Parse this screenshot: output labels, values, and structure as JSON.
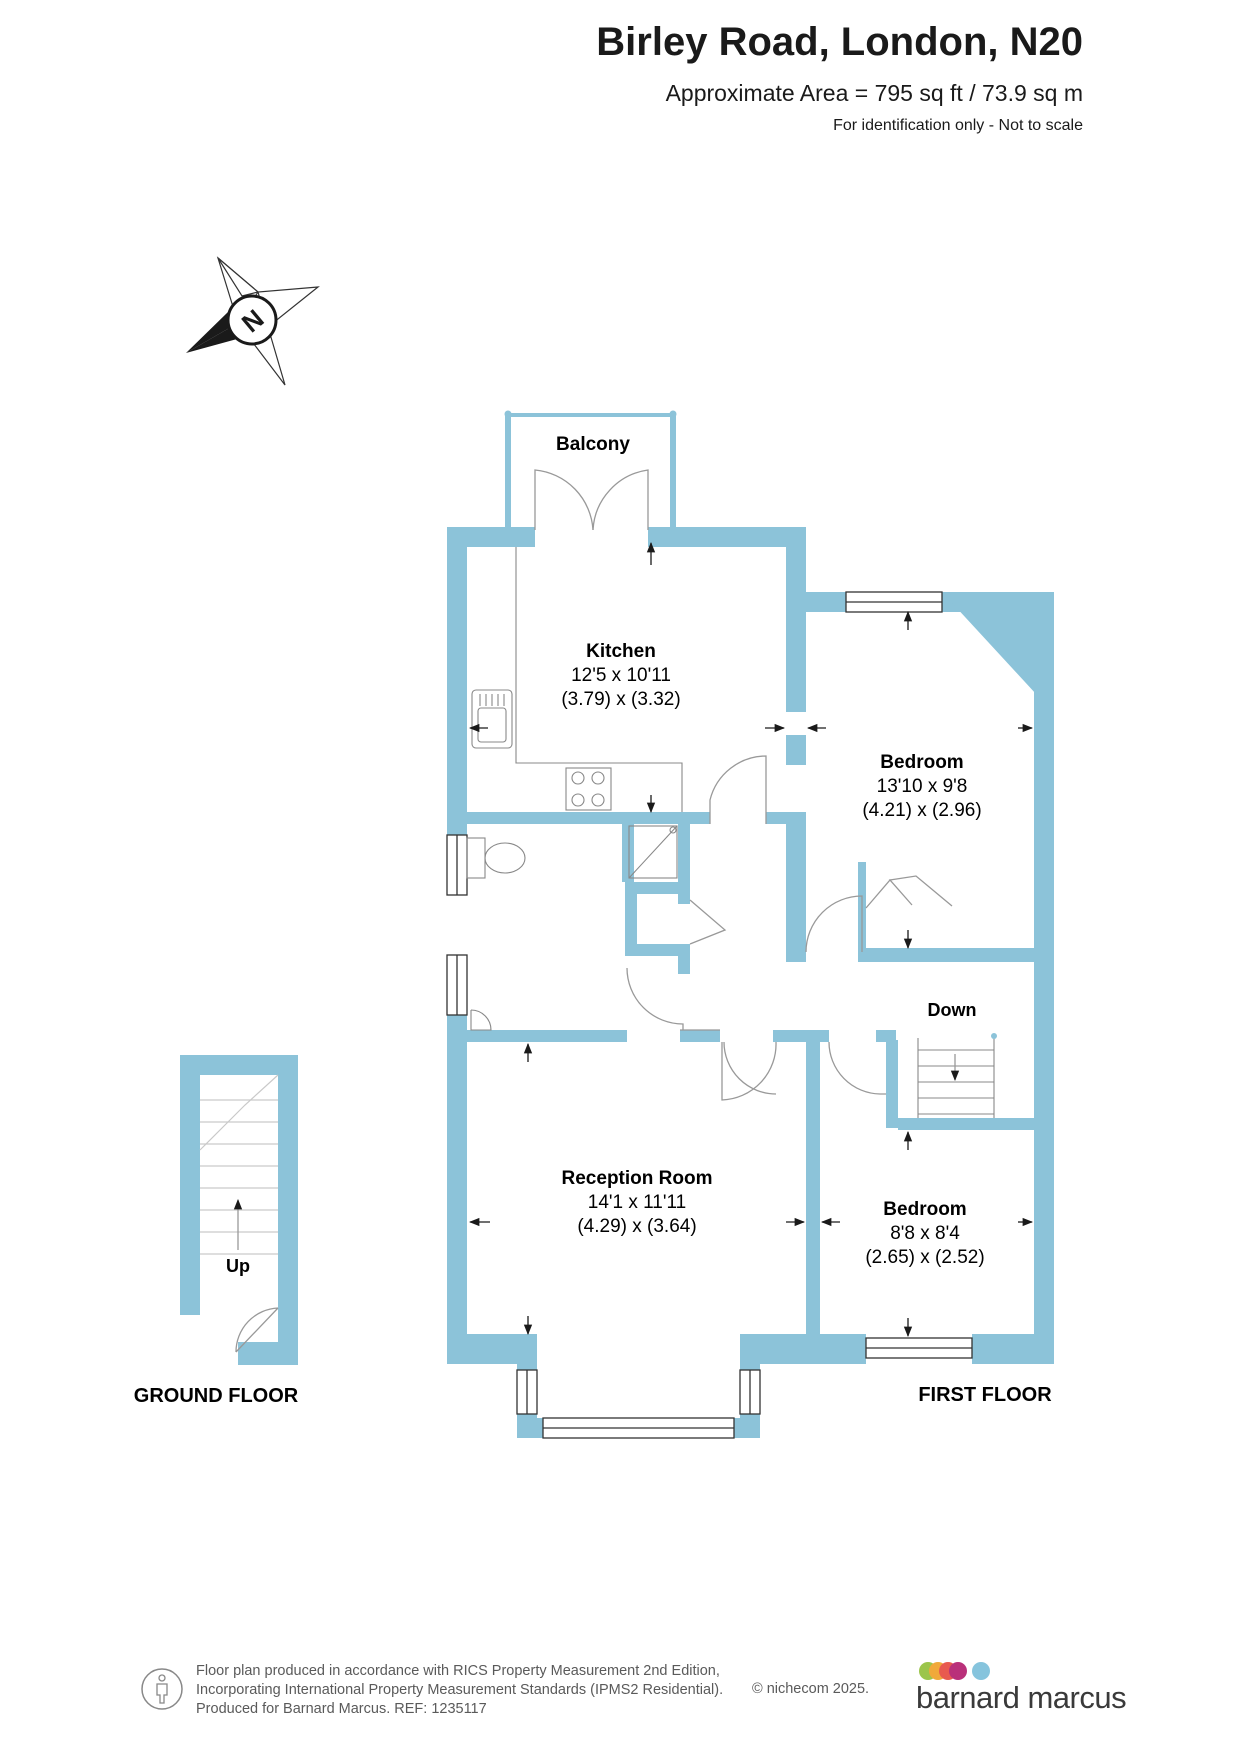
{
  "header": {
    "title": "Birley Road, London, N20",
    "area": "Approximate Area = 795 sq ft / 73.9 sq m",
    "disclaimer": "For identification only - Not to scale"
  },
  "compass": {
    "label": "N",
    "icon": "compass-north-icon"
  },
  "floors": {
    "ground": {
      "label": "GROUND FLOOR",
      "stair_label": "Up"
    },
    "first": {
      "label": "FIRST FLOOR",
      "stair_label": "Down"
    }
  },
  "rooms": {
    "balcony": {
      "name": "Balcony"
    },
    "kitchen": {
      "name": "Kitchen",
      "imperial": "12'5 x 10'11",
      "metric": "(3.79) x (3.32)"
    },
    "bedroom1": {
      "name": "Bedroom",
      "imperial": "13'10 x 9'8",
      "metric": "(4.21) x (2.96)"
    },
    "reception": {
      "name": "Reception Room",
      "imperial": "14'1 x 11'11",
      "metric": "(4.29) x (3.64)"
    },
    "bedroom2": {
      "name": "Bedroom",
      "imperial": "8'8 x 8'4",
      "metric": "(2.65) x (2.52)"
    }
  },
  "footer": {
    "line1": "Floor plan produced in accordance with RICS Property Measurement 2nd Edition,",
    "line2": "Incorporating International Property Measurement Standards (IPMS2 Residential).",
    "line3": "Produced for Barnard Marcus.   REF:  1235117",
    "copyright": "© nichecom 2025.",
    "brand": "barnard marcus"
  },
  "colors": {
    "wall": "#8cc3d9",
    "logo_dots": [
      "#9bc54b",
      "#f0a93a",
      "#e85a4f",
      "#b9307a",
      "#86c4dd"
    ]
  }
}
